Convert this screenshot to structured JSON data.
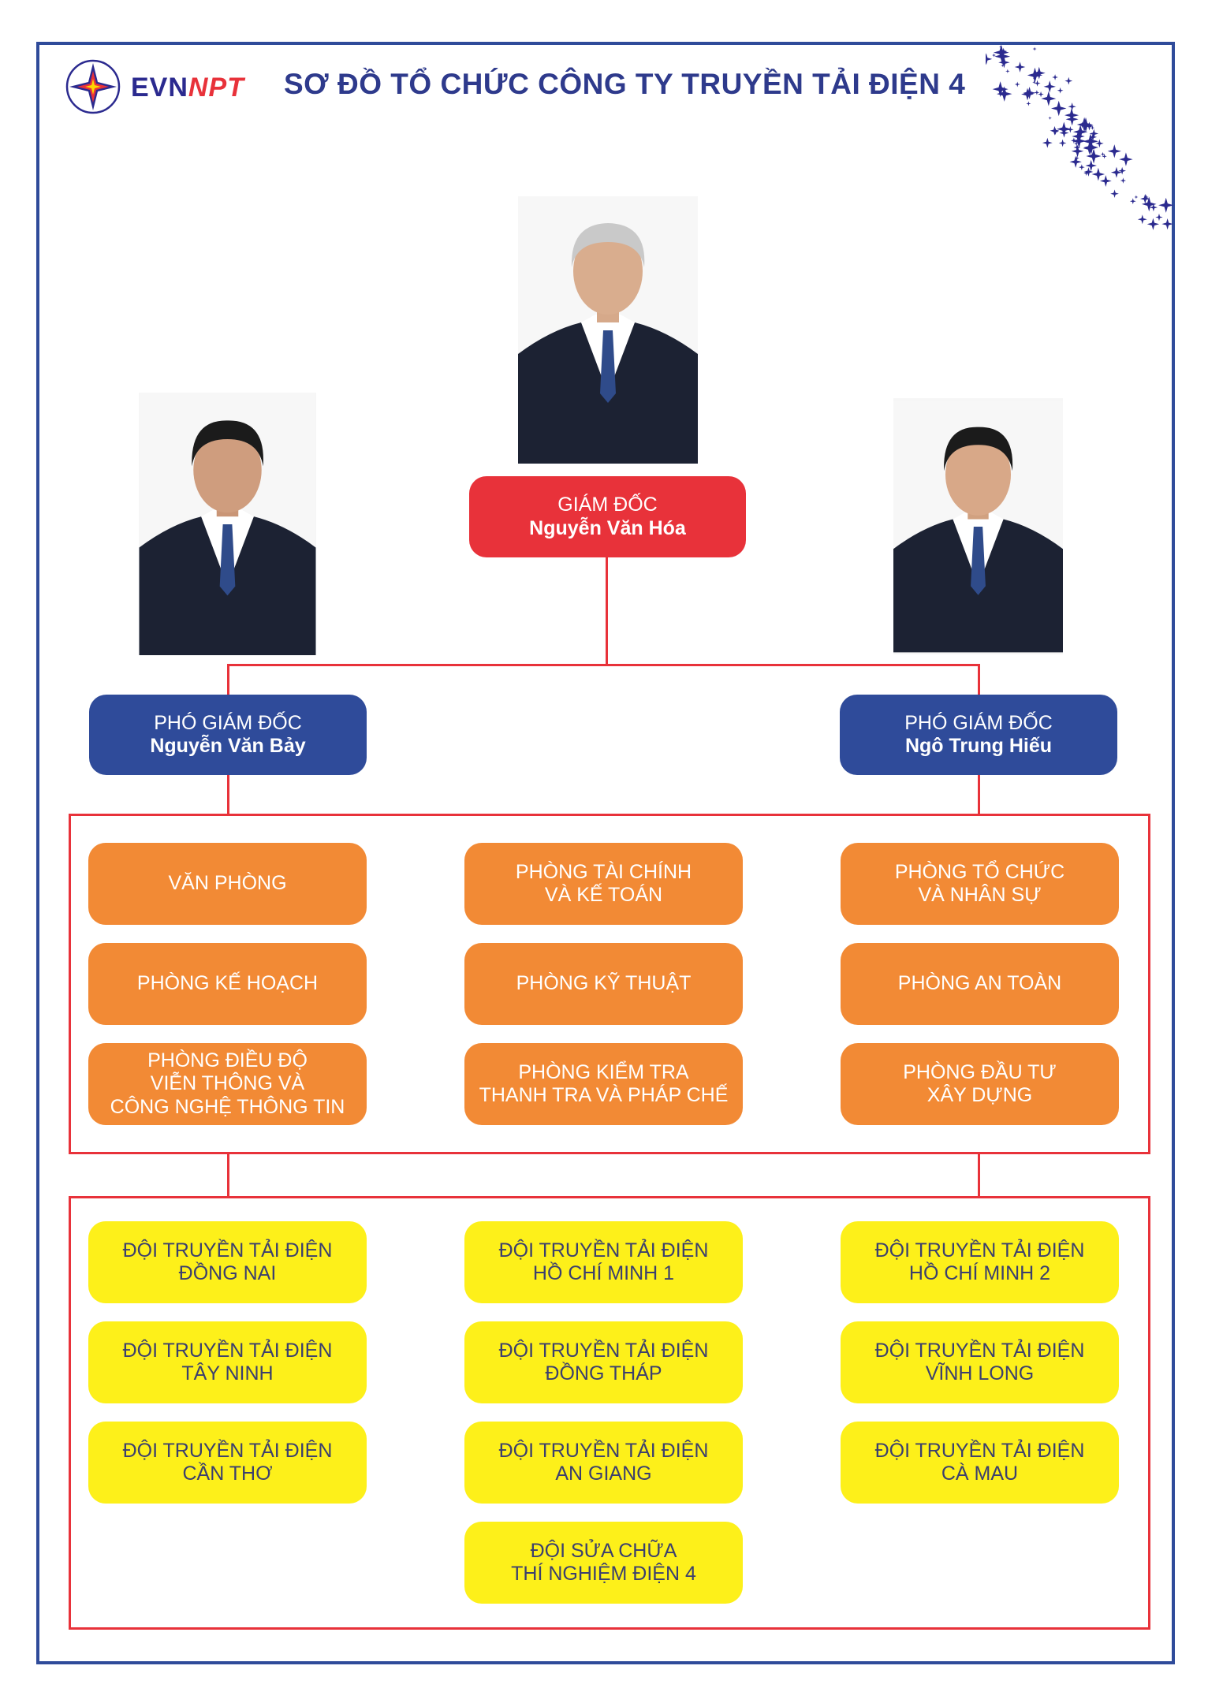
{
  "header": {
    "logo_text": {
      "evn": "EVN",
      "npt": "NPT"
    },
    "title": "SƠ ĐỒ TỔ CHỨC CÔNG TY TRUYỀN TẢI ĐIỆN 4"
  },
  "colors": {
    "frame": "#2f4b9a",
    "director": "#e8323a",
    "vice": "#2f4b9a",
    "department": "#f28a35",
    "team": "#fdf01a",
    "connector": "#e8323a"
  },
  "director": {
    "role": "GIÁM ĐỐC",
    "name": "Nguyễn Văn Hóa"
  },
  "vice_directors": [
    {
      "role": "PHÓ GIÁM ĐỐC",
      "name": "Nguyễn Văn Bảy"
    },
    {
      "role": "PHÓ GIÁM ĐỐC",
      "name": "Ngô Trung Hiếu"
    }
  ],
  "departments": [
    "VĂN PHÒNG",
    "PHÒNG TÀI CHÍNH\nVÀ KẾ TOÁN",
    "PHÒNG TỔ CHỨC\nVÀ NHÂN SỰ",
    "PHÒNG KẾ HOẠCH",
    "PHÒNG KỸ THUẬT",
    "PHÒNG AN TOÀN",
    "PHÒNG ĐIỀU ĐỘ\nVIỄN THÔNG VÀ\nCÔNG NGHỆ THÔNG TIN",
    "PHÒNG KIỂM TRA\nTHANH TRA VÀ PHÁP CHẾ",
    "PHÒNG ĐẦU TƯ\nXÂY DỰNG"
  ],
  "teams": [
    "ĐỘI TRUYỀN TẢI ĐIỆN\nĐỒNG NAI",
    "ĐỘI TRUYỀN TẢI ĐIỆN\nHỒ CHÍ MINH 1",
    "ĐỘI TRUYỀN TẢI ĐIỆN\nHỒ CHÍ MINH 2",
    "ĐỘI TRUYỀN TẢI ĐIỆN\nTÂY NINH",
    "ĐỘI TRUYỀN TẢI ĐIỆN\nĐỒNG THÁP",
    "ĐỘI TRUYỀN TẢI ĐIỆN\nVĨNH LONG",
    "ĐỘI TRUYỀN TẢI ĐIỆN\nCẦN THƠ",
    "ĐỘI TRUYỀN TẢI ĐIỆN\nAN GIANG",
    "ĐỘI TRUYỀN TẢI ĐIỆN\nCÀ MAU",
    "ĐỘI SỬA CHỮA\nTHÍ NGHIỆM ĐIỆN 4"
  ]
}
